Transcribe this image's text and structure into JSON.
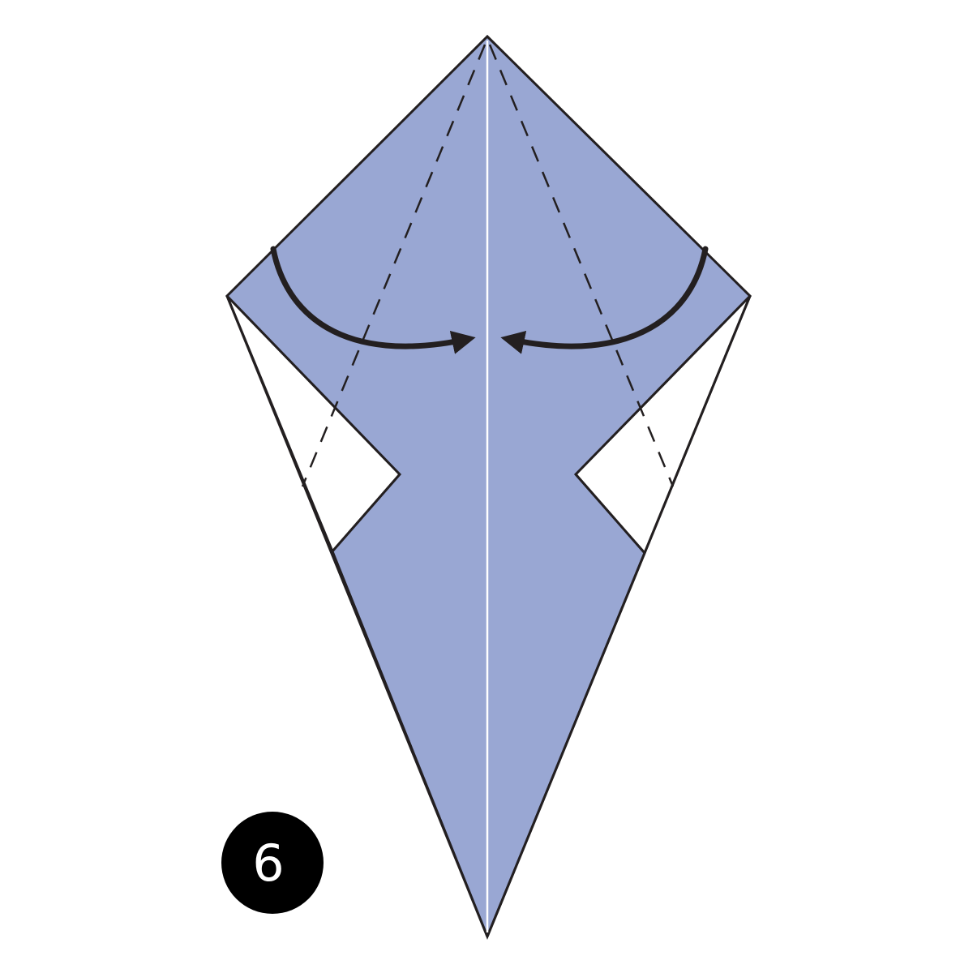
{
  "diagram": {
    "kind": "origami-step",
    "step_number": "6",
    "colors": {
      "paper": "#99a7d3",
      "paper_back": "#ffffff",
      "outline": "#231f20",
      "crease": "#ffffff",
      "fold_line": "#231f20",
      "arrow": "#231f20",
      "badge": "#000000",
      "badge_text": "#ffffff"
    },
    "icons": {
      "left_arrow": "curved-fold-arrow-right",
      "right_arrow": "curved-fold-arrow-left",
      "fold_lines": "valley-fold-dashed-line"
    }
  }
}
